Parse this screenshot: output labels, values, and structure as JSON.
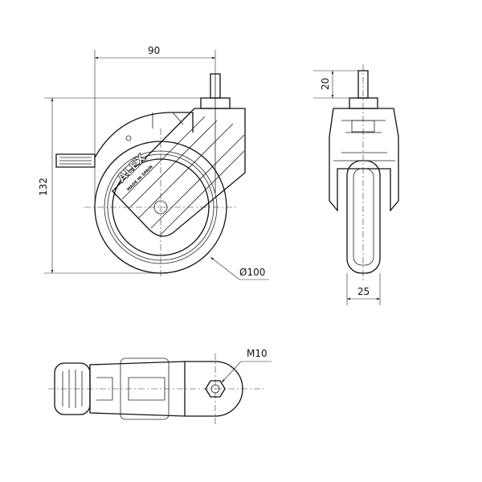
{
  "dimensions": {
    "offset_width": "90",
    "overall_height": "132",
    "wheel_diameter": "Ø100",
    "stem_length": "20",
    "wheel_width": "25",
    "thread": "M10"
  },
  "branding": {
    "logo": "ALEX",
    "origin": "MADE IN SPAIN"
  }
}
